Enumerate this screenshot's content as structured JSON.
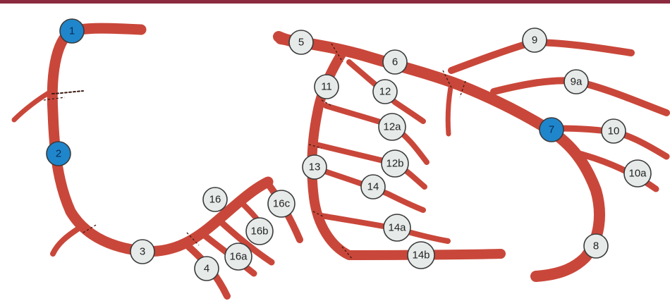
{
  "colors": {
    "vessel": "#c9473a",
    "vessel_shade": "#a32f26",
    "marker_fill": "#e6ebe9",
    "marker_blue": "#1f86cc",
    "marker_stroke": "#3a3a3a",
    "frame": "#8b2a3e"
  },
  "segments": [
    {
      "id": "1",
      "label": "1",
      "highlight": true
    },
    {
      "id": "2",
      "label": "2",
      "highlight": true
    },
    {
      "id": "3",
      "label": "3",
      "highlight": false
    },
    {
      "id": "4",
      "label": "4",
      "highlight": false
    },
    {
      "id": "16",
      "label": "16",
      "highlight": false
    },
    {
      "id": "16a",
      "label": "16a",
      "highlight": false
    },
    {
      "id": "16b",
      "label": "16b",
      "highlight": false
    },
    {
      "id": "16c",
      "label": "16c",
      "highlight": false
    },
    {
      "id": "5",
      "label": "5",
      "highlight": false
    },
    {
      "id": "6",
      "label": "6",
      "highlight": false
    },
    {
      "id": "7",
      "label": "7",
      "highlight": true
    },
    {
      "id": "8",
      "label": "8",
      "highlight": false
    },
    {
      "id": "9",
      "label": "9",
      "highlight": false
    },
    {
      "id": "9a",
      "label": "9a",
      "highlight": false
    },
    {
      "id": "10",
      "label": "10",
      "highlight": false
    },
    {
      "id": "10a",
      "label": "10a",
      "highlight": false
    },
    {
      "id": "11",
      "label": "11",
      "highlight": false
    },
    {
      "id": "12",
      "label": "12",
      "highlight": false
    },
    {
      "id": "12a",
      "label": "12a",
      "highlight": false
    },
    {
      "id": "12b",
      "label": "12b",
      "highlight": false
    },
    {
      "id": "13",
      "label": "13",
      "highlight": false
    },
    {
      "id": "14",
      "label": "14",
      "highlight": false
    },
    {
      "id": "14a",
      "label": "14a",
      "highlight": false
    },
    {
      "id": "14b",
      "label": "14b",
      "highlight": false
    }
  ]
}
